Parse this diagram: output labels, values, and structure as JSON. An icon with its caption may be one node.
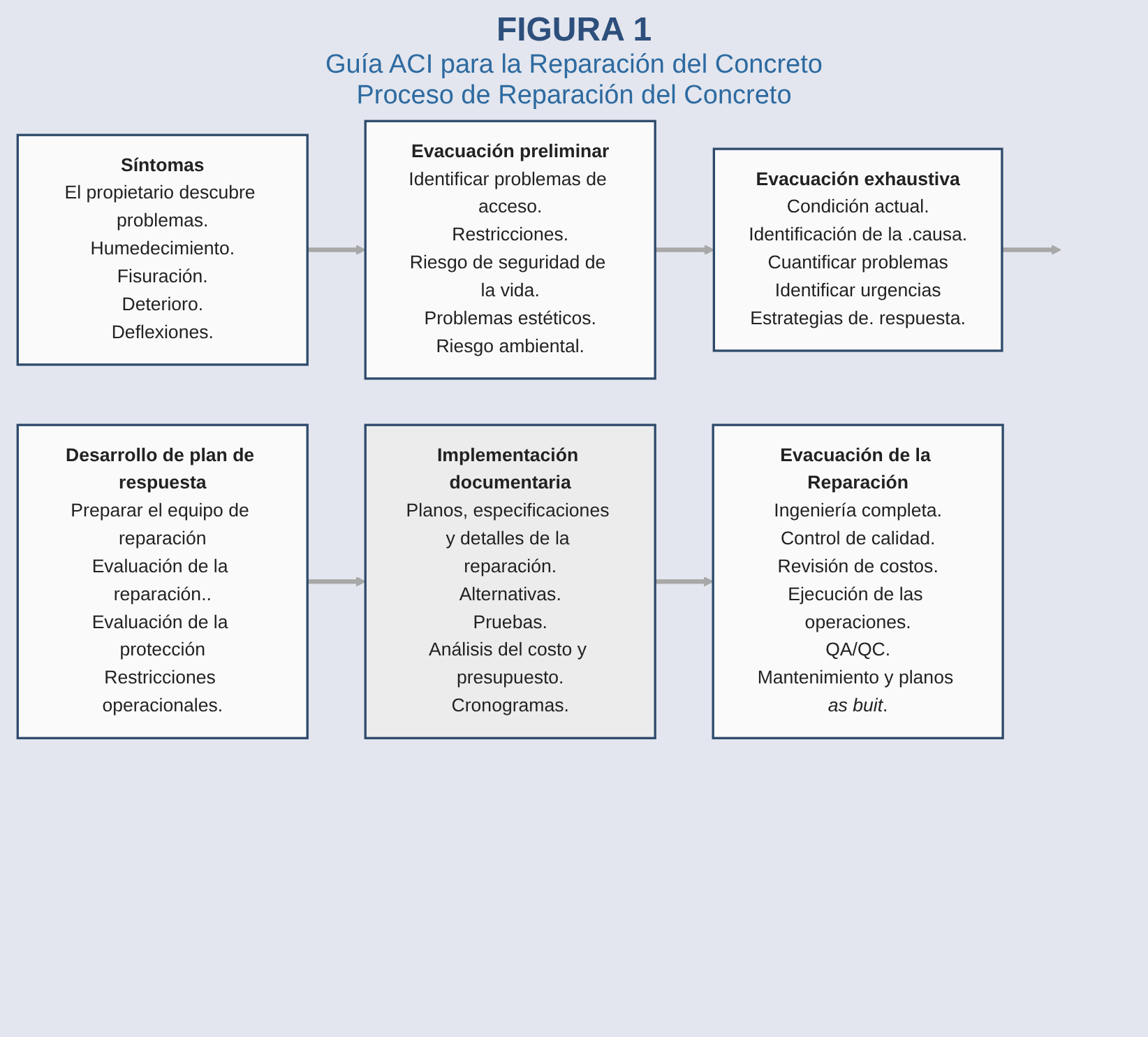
{
  "diagram": {
    "title": "FIGURA 1",
    "nodes": [
      {
        "text": [
          "Síntomas",
          "El propietario descubre problemas.",
          "Humedecimiento.",
          "Fisuración.",
          "Deterioro.",
          "Deflexiones."
        ]
      },
      {
        "text": [
          "Evacuación preliminar",
          "Identificar problemas de acceso.",
          "Restricciones.",
          "Riesgo de seguridad de la vida.",
          "Problemas estéticos.",
          "Riesgo ambiental."
        ]
      },
      {
        "text": [
          "Evacuación exhaustiva",
          "Condición actual.",
          "Identificación de la .causa.",
          "Cuantificar problemas",
          "Identificar urgencias",
          "Estrategias de. respuesta."
        ]
      },
      {
        "text": [
          "Desarrollo de plan de respuesta",
          "Preparar el equipo de reparación",
          "Evaluación de la reparación..",
          "Evaluación de la protección",
          "Restricciones operacionales."
        ]
      },
      {
        "text": [
          "Implementación documentaria",
          "Planos, especificaciones y detalles de la reparación.",
          "Alternativas.",
          "Pruebas.",
          "Análisis del costo y presupuesto.",
          "Cronogramas."
        ]
      },
      {
        "text": [
          "Evacuación de la Reparación",
          "Ingeniería completa.",
          "Control de calidad.",
          "Revisión de costos.",
          "Ejecución de las operaciones.",
          "QA/QC.",
          "Mantenimiento y planos *as buit*."
        ]
      }
    ],
    "edges": [
      {
        "from": 0,
        "to": 1,
        "arrow": "to"
      },
      {
        "from": 1,
        "to": 2,
        "arrow": "to"
      },
      {
        "from": 2,
        "to": null,
        "arrow": "to"
      },
      {
        "from": 3,
        "to": 4,
        "arrow": "to"
      },
      {
        "from": 4,
        "to": 5,
        "arrow": "to"
      }
    ],
    "labels": [
      "Guía ACI para la Reparación del Concreto",
      "Proceso de Reparación del Concreto"
    ]
  }
}
